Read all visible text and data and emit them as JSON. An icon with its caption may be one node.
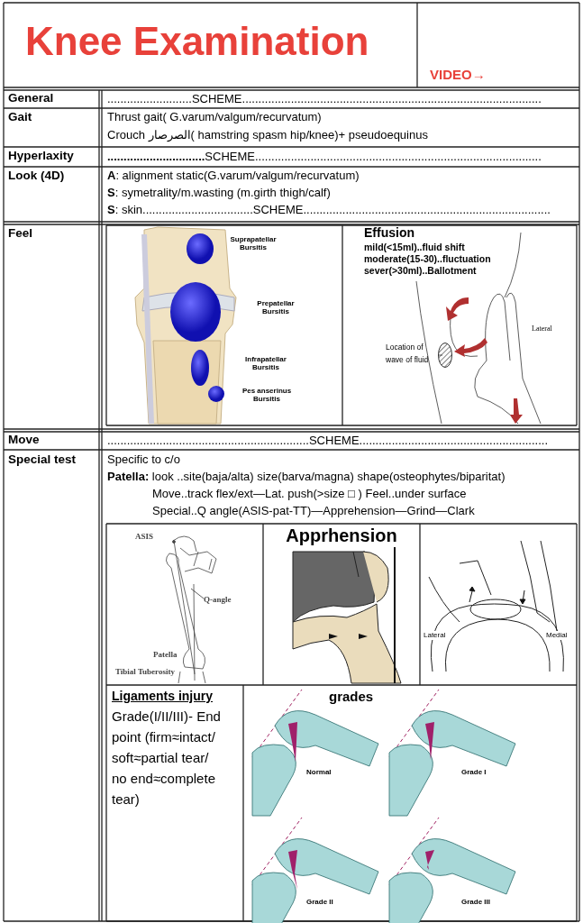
{
  "diagram": {
    "title": "Knee Examination",
    "nodes": [
      {
        "text": [
          "Location of wave of fluid"
        ]
      },
      {
        "text": [],
        "shape": "circle"
      },
      {
        "text": [
          "Q-angle"
        ]
      }
    ],
    "edges": [
      {
        "from": 0,
        "to": 1,
        "arrow": "none"
      },
      {
        "from": 2,
        "to": null,
        "arrow": "none"
      }
    ],
    "labels": [
      "VIDEO→",
      "General",
      "..........................SCHEME............................................................................................",
      "Gait",
      "Thrust gait( G.varum/valgum/recurvatum)",
      "Crouch الصرصار( hamstring spasm hip/knee)+ pseudoequinus",
      "Hyperlaxity",
      "**..............................**SCHEME........................................................................................",
      "Look (4D)",
      "**A**: alignment static(G.varum/valgum/recurvatum)",
      "**S**: symetrality/m.wasting (m.girth thigh/calf)",
      "**S**: skin..................................SCHEME............................................................................",
      "Feel",
      "Suprapatellar Bursitis",
      "Prepatellar Bursitis",
      "Infrapatellar Bursitis",
      "Pes anserinus Bursitis",
      "Effusion",
      "mild(<15ml)..fluid shift",
      "moderate(15-30)..fluctuation",
      "sever(>30ml)..Ballotment",
      "Lateral",
      "Move",
      "..............................................................SCHEME..........................................................",
      "Special test",
      "Specific to c/o",
      "**Patella:** look ..site(baja/alta) size(barva/magna) shape(osteophytes/biparitat)",
      "Move..track flex/ext—Lat. push(>size □ )   Feel..under surface",
      "Special..Q angle(ASIS-pat-TT)—Apprehension—Grind—Clark",
      "ASIS",
      "Patella",
      "Tibial Tuberosity",
      "Apprhension",
      "Lateral",
      "Medial",
      "Ligaments injury",
      "Grade(I/II/III)- End point (firm≈intact/ soft≈partial tear/ no end≈complete tear)",
      "grades",
      "Normal",
      "Grade I",
      "Grade II",
      "Grade III"
    ]
  }
}
